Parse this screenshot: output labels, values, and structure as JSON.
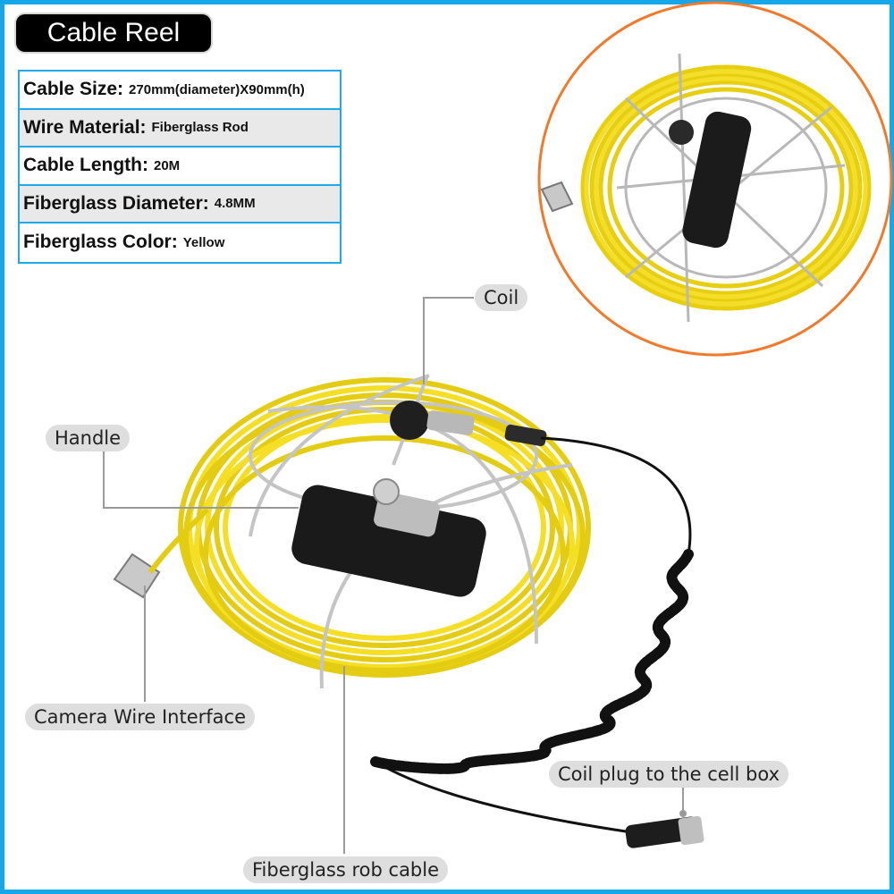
{
  "title": "Cable Reel",
  "specs": [
    {
      "label": "Cable Size:",
      "value": "270mm(diameter)X90mm(h)"
    },
    {
      "label": "Wire Material:",
      "value": "Fiberglass Rod"
    },
    {
      "label": "Cable Length:",
      "value": "20M"
    },
    {
      "label": "Fiberglass Diameter:",
      "value": "4.8MM"
    },
    {
      "label": "Fiberglass Color:",
      "value": "Yellow"
    }
  ],
  "callouts": {
    "coil": "Coil",
    "handle": "Handle",
    "camera_wire_interface": "Camera Wire Interface",
    "coil_plug": "Coil plug to the cell box",
    "fiberglass_cable": "Fiberglass rob cable"
  },
  "colors": {
    "border": "#15a7e8",
    "cable": "#f2dc1a",
    "inset_ring": "#f07a2a"
  }
}
